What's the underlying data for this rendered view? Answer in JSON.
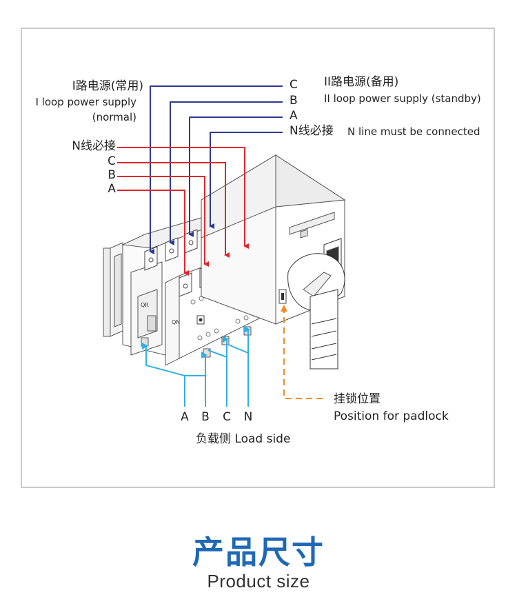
{
  "colors": {
    "line1": "#2b3a8f",
    "line2": "#e0262d",
    "load": "#33aee5",
    "padlock": "#f08a24",
    "title": "#1f68b5"
  },
  "labels": {
    "loop1_cn": "I路电源(常用)",
    "loop1_en1": "I loop power supply",
    "loop1_en2": "(normal)",
    "loop2_cn": "II路电源(备用)",
    "loop2_en": "II loop power supply (standby)",
    "right_c": "C",
    "right_b": "B",
    "right_a": "A",
    "right_n": "N线必接",
    "right_n_en": "N line must be connected",
    "left_n": "N线必接",
    "left_c": "C",
    "left_b": "B",
    "left_a": "A",
    "bottom_a": "A",
    "bottom_b": "B",
    "bottom_c": "C",
    "bottom_n": "N",
    "load_side": "负载侧  Load side",
    "padlock_cn": "挂锁位置",
    "padlock_en": "Position for padlock",
    "device_qr": "QR",
    "device_qn": "QN"
  },
  "footer": {
    "title": "产品尺寸",
    "subtitle": "Product size"
  }
}
